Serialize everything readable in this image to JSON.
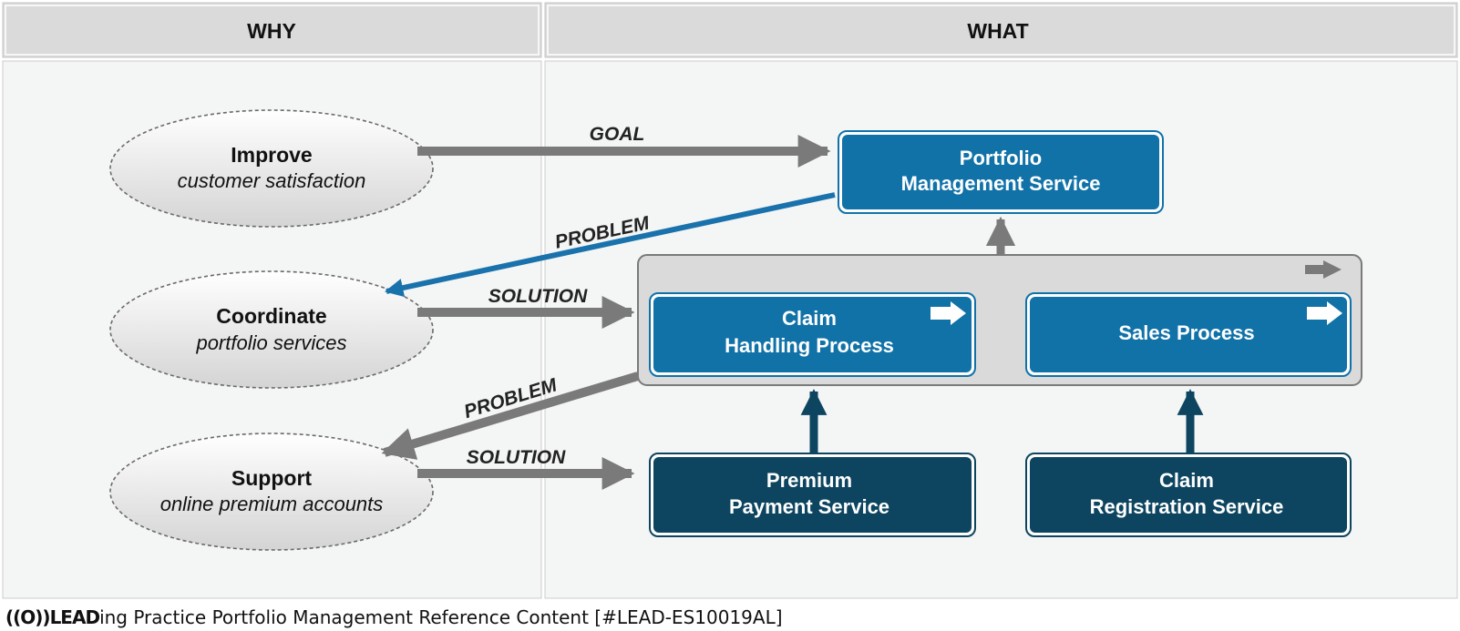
{
  "columns": {
    "why": "WHY",
    "what": "WHAT"
  },
  "goals": [
    {
      "title": "Improve",
      "subtitle": "customer satisfaction"
    },
    {
      "title": "Coordinate",
      "subtitle": "portfolio services"
    },
    {
      "title": "Support",
      "subtitle": "online premium accounts"
    }
  ],
  "services": {
    "portfolio": [
      "Portfolio",
      "Management Service"
    ],
    "premium": [
      "Premium",
      "Payment Service"
    ],
    "claim_registration": [
      "Claim",
      "Registration Service"
    ]
  },
  "processes": {
    "claim_handling": [
      "Claim",
      "Handling Process"
    ],
    "sales": "Sales Process"
  },
  "relations": {
    "goal": "GOAL",
    "problem_1": "PROBLEM",
    "solution_1": "SOLUTION",
    "problem_2": "PROBLEM",
    "solution_2": "SOLUTION"
  },
  "colors": {
    "service_blue": "#1172a8",
    "service_dark": "#0d4560",
    "arrow_gray": "#7a7a7a",
    "arrow_blue": "#1a72ac",
    "header_bg": "#dadada",
    "panel_bg": "#f4f5f5"
  },
  "footer": {
    "logo": "((O))LEAD",
    "text": "ing Practice Portfolio Management Reference Content [#LEAD-ES10019AL]"
  }
}
